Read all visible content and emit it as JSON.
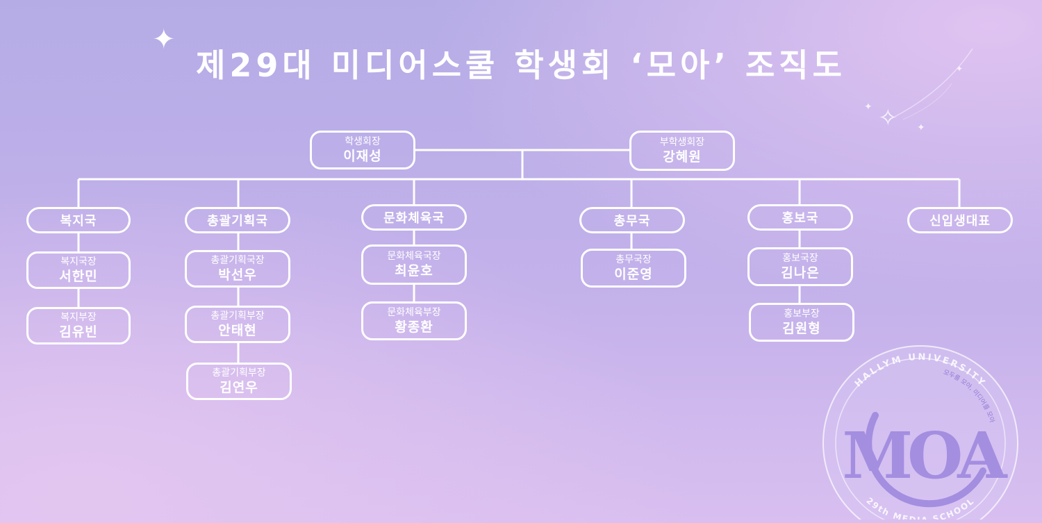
{
  "title": "제29대 미디어스쿨 학생회 ‘모아’ 조직도",
  "leaders": {
    "president": {
      "role": "학생회장",
      "name": "이재성"
    },
    "vice_president": {
      "role": "부학생회장",
      "name": "강혜원"
    }
  },
  "departments": [
    {
      "label": "복지국",
      "members": [
        {
          "role": "복지국장",
          "name": "서한민"
        },
        {
          "role": "복지부장",
          "name": "김유빈"
        }
      ]
    },
    {
      "label": "총괄기획국",
      "members": [
        {
          "role": "총괄기획국장",
          "name": "박선우"
        },
        {
          "role": "총괄기획부장",
          "name": "안태현"
        },
        {
          "role": "총괄기획부장",
          "name": "김연우"
        }
      ]
    },
    {
      "label": "문화체육국",
      "members": [
        {
          "role": "문화체육국장",
          "name": "최윤호"
        },
        {
          "role": "문화체육부장",
          "name": "황종환"
        }
      ]
    },
    {
      "label": "총무국",
      "members": [
        {
          "role": "총무국장",
          "name": "이준영"
        }
      ]
    },
    {
      "label": "홍보국",
      "members": [
        {
          "role": "홍보국장",
          "name": "김나은"
        },
        {
          "role": "홍보부장",
          "name": "김원형"
        }
      ]
    },
    {
      "label": "신입생대표",
      "members": []
    }
  ],
  "emblem": {
    "top_text": "HALLYM UNIVERSITY",
    "bottom_text": "29th MEDIA SCHOOL",
    "side_text": "모두를 모아, 미디어를 모아",
    "letters": "MOA"
  },
  "colors": {
    "line": "#ffffff",
    "emblem": "#a48ee0"
  }
}
